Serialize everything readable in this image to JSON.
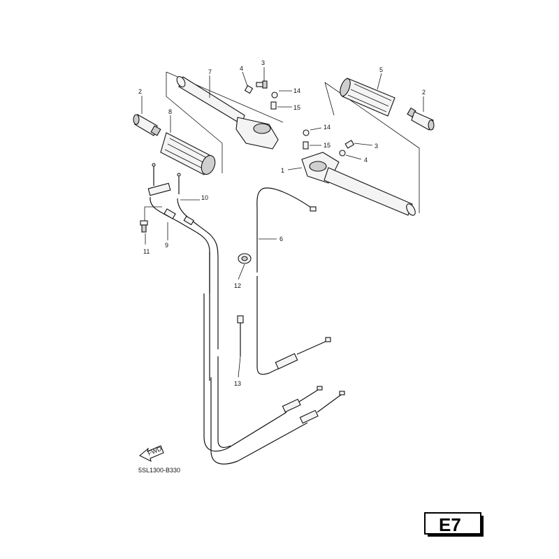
{
  "callouts": [
    "1",
    "2",
    "2",
    "3",
    "3",
    "4",
    "4",
    "5",
    "6",
    "7",
    "8",
    "9",
    "10",
    "11",
    "12",
    "13",
    "14",
    "14",
    "15",
    "15"
  ],
  "arrow_label": "FWD",
  "drawing_ref": "5SL1300-B330",
  "page_code": "E7"
}
